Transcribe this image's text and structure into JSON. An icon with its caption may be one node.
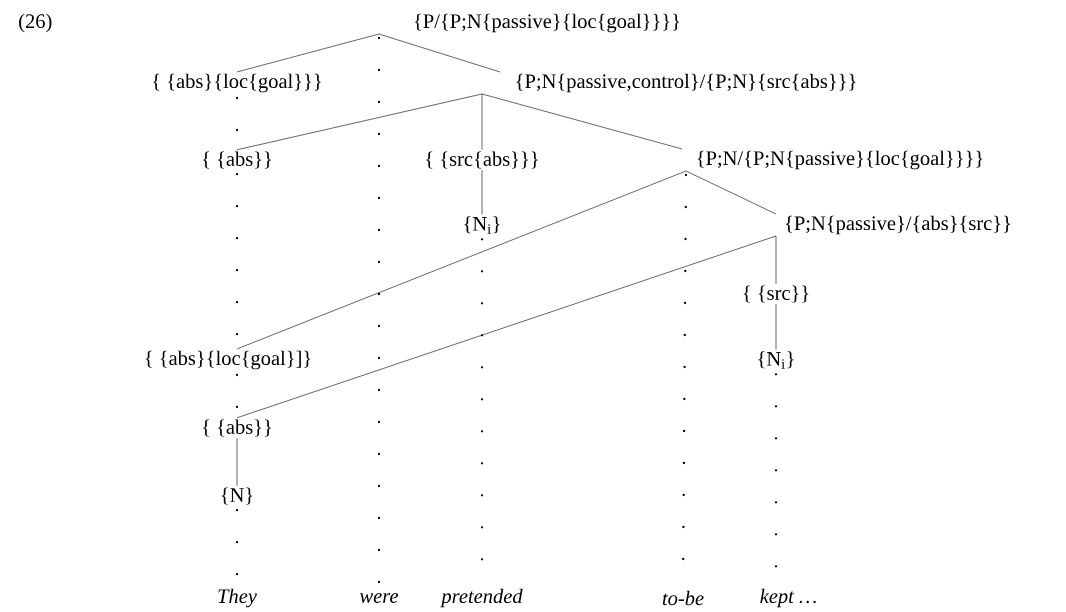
{
  "diagram": {
    "nodes": [
      {
        "text": [
          "{P/{P;N{passive}{loc{goal}}}}"
        ]
      },
      {
        "text": [
          "{ {abs}{loc{goal}}}"
        ]
      },
      {
        "text": [
          "{P;N{passive,control}/{P;N}{src{abs}}}"
        ]
      },
      {
        "text": [
          "{ {abs}}"
        ]
      },
      {
        "text": [
          "{ {src{abs}}}"
        ]
      },
      {
        "text": [
          "{P;N/{P;N{passive}{loc{goal}}}}"
        ]
      },
      {
        "text": [
          "{N$_{i}$}"
        ]
      },
      {
        "text": [
          "{P;N{passive}/{abs}{src}}"
        ]
      },
      {
        "text": [
          "{ {src}}"
        ]
      },
      {
        "text": [
          "{N$_{i}$}"
        ]
      },
      {
        "text": [
          "{ {abs}{loc{goal}]}"
        ]
      },
      {
        "text": [
          "{ {abs}}"
        ]
      },
      {
        "text": [
          "{N}"
        ]
      },
      {
        "text": [
          "They"
        ]
      },
      {
        "text": [
          "were"
        ]
      },
      {
        "text": [
          "pretended"
        ]
      },
      {
        "text": [
          "to-be"
        ]
      },
      {
        "text": [
          "kept …"
        ]
      }
    ],
    "edges": [
      {
        "from": 0,
        "to": 1,
        "arrow": "none"
      },
      {
        "from": 0,
        "to": 2,
        "arrow": "none"
      },
      {
        "from": 0,
        "to": 14,
        "arrow": "none",
        "style": "dashed"
      },
      {
        "from": 1,
        "to": 3,
        "arrow": "none",
        "style": "dashed"
      },
      {
        "from": 2,
        "to": 3,
        "arrow": "none"
      },
      {
        "from": 2,
        "to": 4,
        "arrow": "none"
      },
      {
        "from": 2,
        "to": 5,
        "arrow": "none"
      },
      {
        "from": 4,
        "to": 6,
        "arrow": "none"
      },
      {
        "from": 6,
        "to": 15,
        "arrow": "none",
        "style": "dashed"
      },
      {
        "from": 5,
        "to": 10,
        "arrow": "none"
      },
      {
        "from": 5,
        "to": 7,
        "arrow": "none"
      },
      {
        "from": 5,
        "to": 16,
        "arrow": "none",
        "style": "dashed"
      },
      {
        "from": 3,
        "to": 10,
        "arrow": "none",
        "style": "dashed"
      },
      {
        "from": 7,
        "to": 8,
        "arrow": "none"
      },
      {
        "from": 7,
        "to": 11,
        "arrow": "none"
      },
      {
        "from": 8,
        "to": 9,
        "arrow": "none"
      },
      {
        "from": 9,
        "to": 17,
        "arrow": "none",
        "style": "dashed"
      },
      {
        "from": 10,
        "to": 11,
        "arrow": "none",
        "style": "dashed"
      },
      {
        "from": 11,
        "to": 12,
        "arrow": "none"
      },
      {
        "from": 12,
        "to": 13,
        "arrow": "none",
        "style": "dashed"
      }
    ],
    "labels": [
      "(26)"
    ]
  }
}
